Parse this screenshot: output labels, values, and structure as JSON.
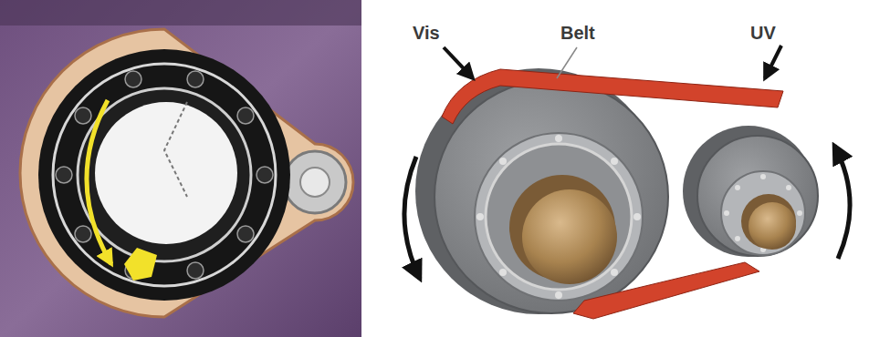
{
  "diagram": {
    "labels": [
      "Vis",
      "Belt",
      "UV"
    ]
  }
}
